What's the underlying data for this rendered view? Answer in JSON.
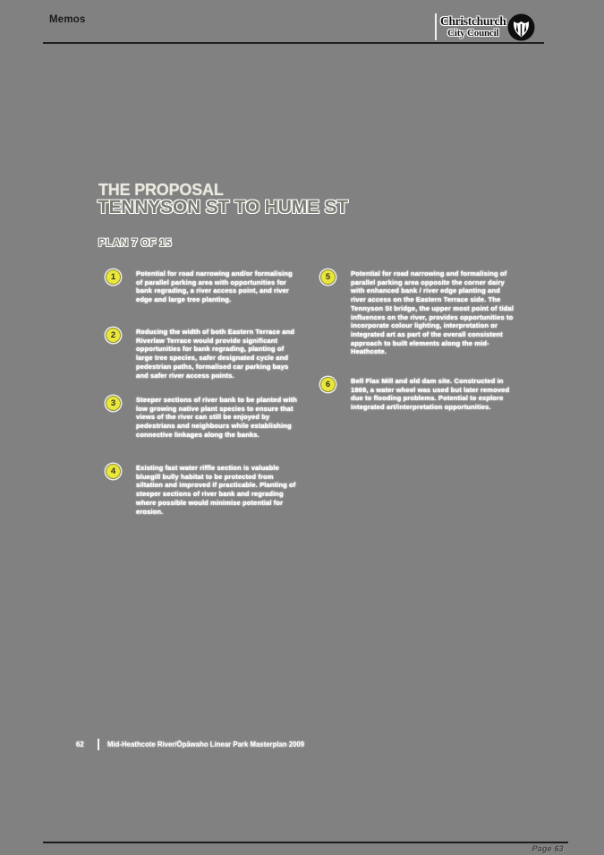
{
  "page": {
    "header": {
      "title": "Memos"
    },
    "logo": {
      "line1": "Christchurch",
      "line2": "City Council"
    },
    "title_block": {
      "line1": "THE PROPOSAL",
      "line2": "TENNYSON ST TO HUME ST",
      "plan": "PLAN 7 OF 15"
    },
    "items": [
      {
        "number": "1",
        "text": "Potential for road narrowing and/or formalising of parallel parking area with opportunities for bank regrading, a river access point, and river edge and large tree planting."
      },
      {
        "number": "2",
        "text": "Reducing the width of both Eastern Terrace and Riverlaw Terrace would provide significant opportunities for bank regrading, planting of large tree species, safer designated cycle and pedestrian paths, formalised car parking bays and safer river access points."
      },
      {
        "number": "3",
        "text": "Steeper sections of river bank to be planted with low growing native plant species to ensure that views of the river can still be enjoyed by pedestrians and neighbours while establishing connective linkages along the banks."
      },
      {
        "number": "4",
        "text": "Existing fast water riffle section is valuable bluegill bully habitat to be protected from siltation and improved if practicable. Planting of steeper sections of river bank and regrading where possible would minimise potential for erosion."
      },
      {
        "number": "5",
        "text": "Potential for road narrowing and formalising of parallel parking area opposite the corner dairy with enhanced bank / river edge planting and river access on the Eastern Terrace side. The Tennyson St bridge, the upper most point of tidal influences on the river, provides opportunities to incorporate colour lighting, interpretation or integrated art as part of the overall consistent approach to built elements along the mid-Heathcote."
      },
      {
        "number": "6",
        "bold": "Bell Flax Mill and old dam site",
        "text": ". Constructed in 1869, a water wheel was used but later removed due to flooding problems. Potential to explore integrated art/interpretation opportunities."
      }
    ],
    "footer": {
      "page_number": "62",
      "doc_title": "Mid-Heathcote River/Ōpāwaho Linear Park Masterplan 2009"
    },
    "page_label": "Page 63",
    "colors": {
      "background": "#818181",
      "accent_yellow": "#e9e63d",
      "text_white": "#ffffff"
    }
  }
}
